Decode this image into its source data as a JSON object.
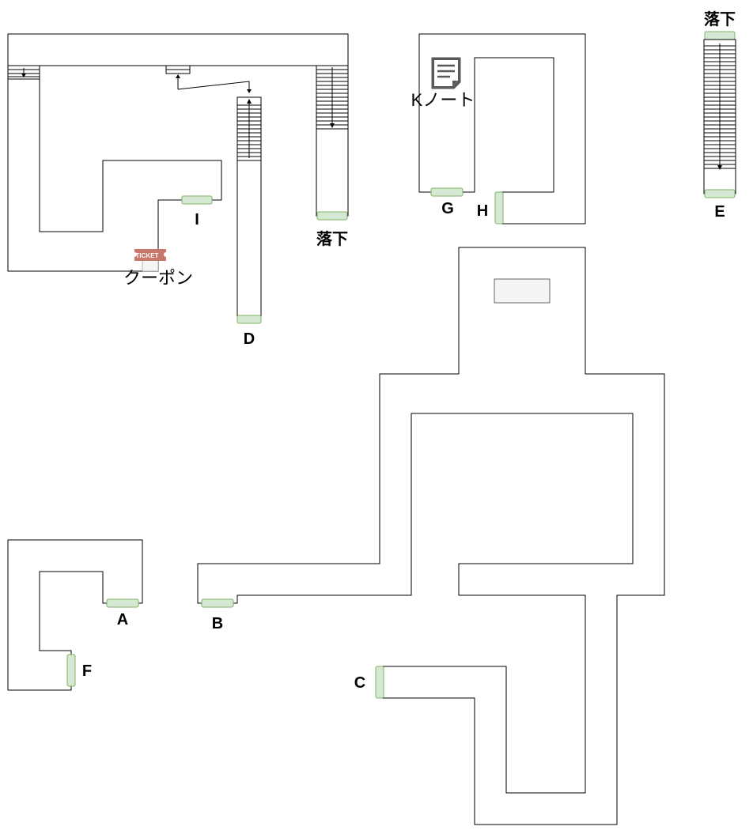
{
  "labels": {
    "door_a": "A",
    "door_b": "B",
    "door_c": "C",
    "door_d": "D",
    "door_e": "E",
    "door_f": "F",
    "door_g": "G",
    "door_h": "H",
    "door_i": "I",
    "fall_1": "落下",
    "fall_2": "落下",
    "note": "Kノート",
    "coupon": "クーポン",
    "ticket": "TICKET"
  },
  "icons": {
    "note": "note-document-icon",
    "coupon": "ticket-icon"
  },
  "colors": {
    "door_fill": "#d5e8d4",
    "door_stroke": "#82b366",
    "wall": "#000000",
    "ticket": "#c8776a",
    "box_fill": "#f5f5f5"
  }
}
